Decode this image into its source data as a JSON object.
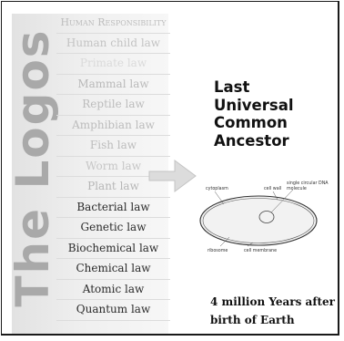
{
  "sidebar": {
    "title": "The Logos",
    "laws": [
      {
        "label": "Human Responsibility",
        "color": "#bdbdbd"
      },
      {
        "label": "Human child law",
        "color": "#c3c3c3"
      },
      {
        "label": "Primate law",
        "color": "#dadada"
      },
      {
        "label": "Mammal law",
        "color": "#b9b9b9"
      },
      {
        "label": "Reptile law",
        "color": "#bcbcbc"
      },
      {
        "label": "Amphibian law",
        "color": "#bcbcbc"
      },
      {
        "label": "Fish law",
        "color": "#bcbcbc"
      },
      {
        "label": "Worm law",
        "color": "#c6c6c6"
      },
      {
        "label": "Plant law",
        "color": "#b6b6b6"
      },
      {
        "label": "Bacterial law",
        "color": "#2a2a2a"
      },
      {
        "label": "Genetic law",
        "color": "#2a2a2a"
      },
      {
        "label": "Biochemical law",
        "color": "#2a2a2a"
      },
      {
        "label": "Chemical law",
        "color": "#2a2a2a"
      },
      {
        "label": "Atomic law",
        "color": "#2a2a2a"
      },
      {
        "label": "Quantum law",
        "color": "#2a2a2a"
      }
    ]
  },
  "luca": {
    "lines": [
      "Last",
      "Universal",
      "Common",
      "Ancestor"
    ]
  },
  "diagram": {
    "cytoplasm": "cytoplasm",
    "cell_wall": "cell wall",
    "dna_line1": "single circular DNA",
    "dna_line2": "molecule",
    "ribosome": "ribosome",
    "cell_membrane": "cell membrane"
  },
  "caption": "4 million Years after\nbirth of Earth",
  "colors": {
    "arrow": "#dcdcdc",
    "title_gray": "#a9a9a9"
  }
}
